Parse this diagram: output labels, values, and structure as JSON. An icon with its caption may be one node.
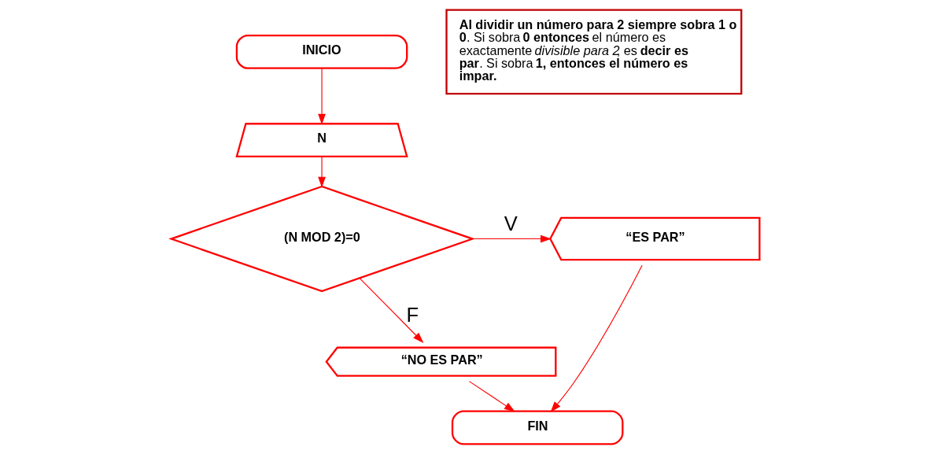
{
  "diagram": {
    "nodes": [
      {
        "text": [
          "INICIO"
        ]
      },
      {
        "text": [
          "N"
        ]
      },
      {
        "text": [
          "(N MOD 2)=0"
        ]
      },
      {
        "text": [
          "“ES PAR”"
        ]
      },
      {
        "text": [
          "“NO ES PAR”"
        ]
      },
      {
        "text": [
          "FIN"
        ]
      },
      {
        "text": [
          "**Al dividir un número para 2 siempre sobra 1 o 0**. Si sobra **0 entonces** el número es exactamente *divisible para 2*, es **decir es par**. Si sobra **1, entonces el número es impar.**"
        ]
      }
    ],
    "edges": [
      {
        "from": 0,
        "to": 1,
        "arrow": "to"
      },
      {
        "from": 1,
        "to": 2,
        "arrow": "to"
      },
      {
        "from": 2,
        "to": 3,
        "arrow": "to",
        "label": "V"
      },
      {
        "from": 2,
        "to": 4,
        "arrow": "to",
        "label": "F"
      },
      {
        "from": 4,
        "to": 5,
        "arrow": "to"
      },
      {
        "from": 3,
        "to": 5,
        "arrow": "to"
      }
    ]
  }
}
